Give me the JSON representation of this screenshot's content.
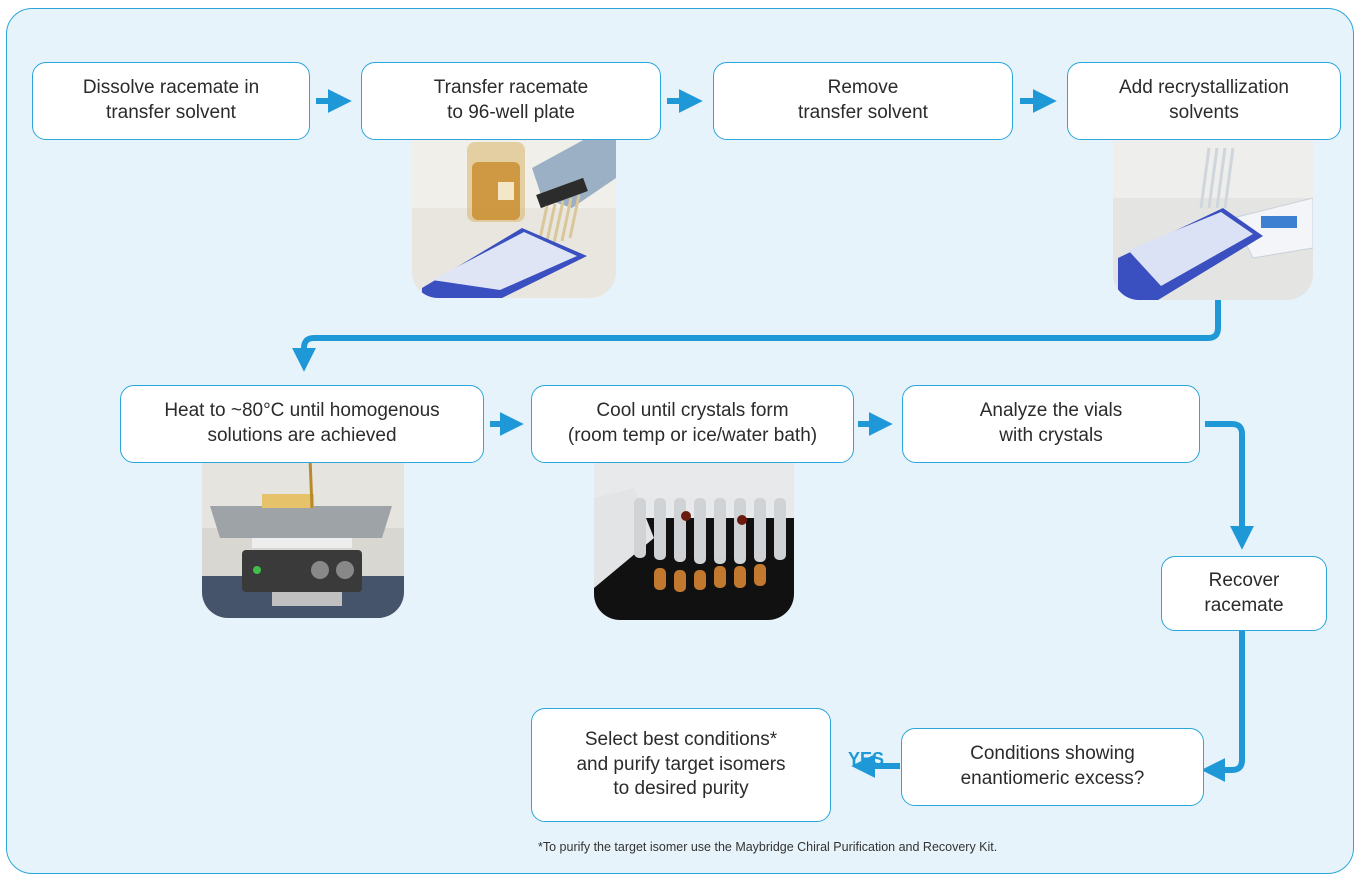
{
  "accent_color": "#2aa6dc",
  "panel_bg": "#e7f3fa",
  "steps": [
    {
      "label": "Dissolve racemate in\ntransfer solvent"
    },
    {
      "label": "Transfer racemate\nto 96-well plate"
    },
    {
      "label": "Remove\ntransfer solvent"
    },
    {
      "label": "Add recrystallization\nsolvents"
    },
    {
      "label": "Heat to ~80°C until homogenous\nsolutions are achieved"
    },
    {
      "label": "Cool until crystals form\n(room temp or ice/water bath)"
    },
    {
      "label": "Analyze the vials\nwith crystals"
    },
    {
      "label": "Recover\nracemate"
    },
    {
      "label": "Conditions showing\nenantiomeric excess?"
    },
    {
      "label": "Select best conditions*\nand purify target isomers\nto desired purity"
    }
  ],
  "decision_label": "YES",
  "footnote": "*To purify the target isomer use the Maybridge Chiral Purification and Recovery Kit.",
  "photos": [
    {
      "subject": "beaker-and-multichannel-pipette"
    },
    {
      "subject": "pipette-filling-96-well-plate"
    },
    {
      "subject": "hot-plate-water-bath"
    },
    {
      "subject": "vials-with-crystals"
    }
  ]
}
